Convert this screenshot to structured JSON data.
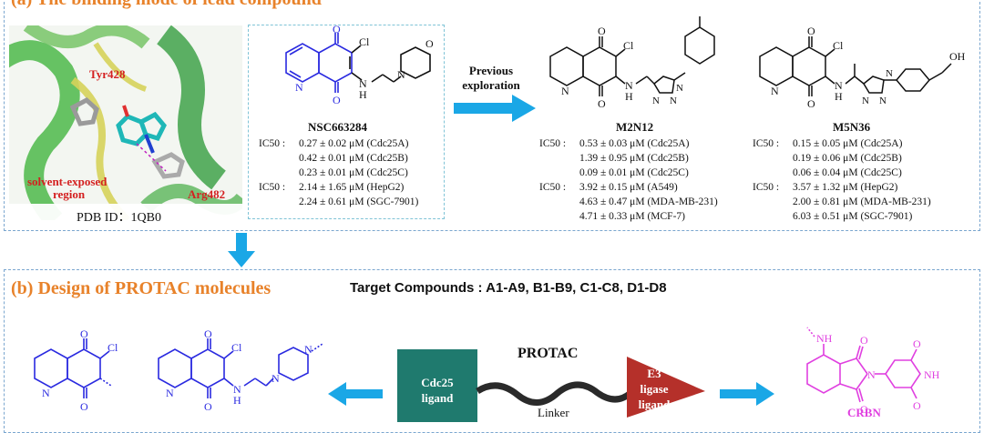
{
  "panel_a": {
    "title": "(a) The binding mode of lead compound",
    "protein": {
      "residue_1": "Tyr428",
      "region_line1": "solvent-exposed",
      "region_line2": "region",
      "residue_2": "Arg482",
      "pdb_id": "PDB ID：1QB0"
    },
    "lead": {
      "name": "NSC663284",
      "ic50_rows": [
        {
          "label": "IC50 :",
          "value": "0.27 ± 0.02 μM (Cdc25A)"
        },
        {
          "label": "",
          "value": "0.42 ± 0.01 μM (Cdc25B)"
        },
        {
          "label": "",
          "value": "0.23 ± 0.01 μM (Cdc25C)"
        },
        {
          "label": "IC50 :",
          "value": "2.14 ± 1.65 μM (HepG2)"
        },
        {
          "label": "",
          "value": "2.24 ± 0.61 μM (SGC-7901)"
        }
      ]
    },
    "arrow_label_line1": "Previous",
    "arrow_label_line2": "exploration",
    "m2n12": {
      "name": "M2N12",
      "ic50_rows": [
        {
          "label": "IC50 :",
          "value": "0.53 ± 0.03 μM (Cdc25A)"
        },
        {
          "label": "",
          "value": "1.39 ± 0.95 μM (Cdc25B)"
        },
        {
          "label": "",
          "value": "0.09 ± 0.01 μM (Cdc25C)"
        },
        {
          "label": "IC50 :",
          "value": "3.92 ± 0.15 μM (A549)"
        },
        {
          "label": "",
          "value": "4.63 ± 0.47 μM (MDA-MB-231)"
        },
        {
          "label": "",
          "value": "4.71 ± 0.33 μM (MCF-7)"
        }
      ]
    },
    "m5n36": {
      "name": "M5N36",
      "ic50_rows": [
        {
          "label": "IC50 :",
          "value": "0.15 ± 0.05 μM (Cdc25A)"
        },
        {
          "label": "",
          "value": "0.19 ± 0.06 μM (Cdc25B)"
        },
        {
          "label": "",
          "value": "0.06 ± 0.04 μM (Cdc25C)"
        },
        {
          "label": "IC50 :",
          "value": "3.57 ± 1.32 μM (HepG2)"
        },
        {
          "label": "",
          "value": "2.00 ± 0.81 μM (MDA-MB-231)"
        },
        {
          "label": "",
          "value": "6.03 ± 0.51 μM (SGC-7901)"
        }
      ]
    }
  },
  "panel_b": {
    "title": "(b) Design of PROTAC molecules",
    "target_compounds": "Target Compounds : A1-A9, B1-B9, C1-C8, D1-D8",
    "protac_label": "PROTAC",
    "cdc25_line1": "Cdc25",
    "cdc25_line2": "ligand",
    "e3_line1": "E3",
    "e3_line2": "ligase",
    "e3_line3": "ligand",
    "linker_label": "Linker",
    "crbn_label": "CRBN"
  },
  "atoms": {
    "O": "O",
    "Cl": "Cl",
    "N": "N",
    "H": "H",
    "NH": "NH",
    "OH": "OH"
  },
  "colors": {
    "accent_orange": "#e8822a",
    "lead_blue": "#2a2ae0",
    "arrow_blue": "#1aa7e6",
    "residue_red": "#d42020",
    "ligand_box_teal": "#1f7a6e",
    "e3_red": "#b5302a",
    "crbn_magenta": "#e040e0"
  }
}
